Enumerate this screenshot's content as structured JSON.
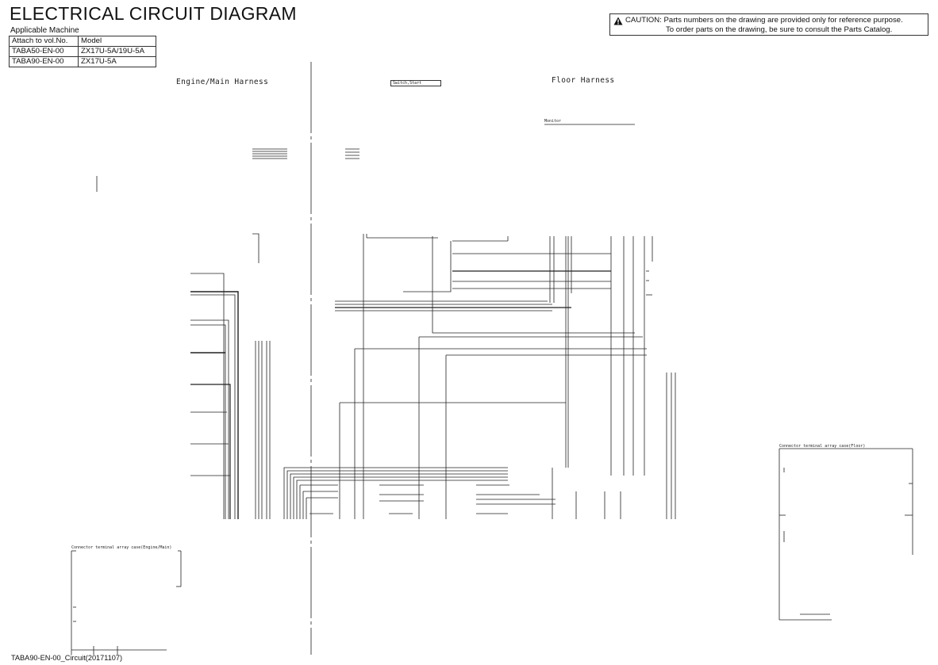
{
  "header": {
    "title": "ELECTRICAL CIRCUIT DIAGRAM",
    "applicable_label": "Applicable Machine",
    "table": {
      "columns": [
        "Attach to vol.No.",
        "Model"
      ],
      "rows": [
        [
          "TABA50-EN-00",
          "ZX17U-5A/19U-5A"
        ],
        [
          "TABA90-EN-00",
          "ZX17U-5A"
        ]
      ]
    }
  },
  "caution": {
    "icon": "warning-triangle-icon",
    "line1": "CAUTION: Parts numbers on the drawing are provided only for reference purpose.",
    "line2": "To order parts on the drawing, be sure to consult the Parts Catalog."
  },
  "diagram": {
    "left_harness_label": "Engine/Main Harness",
    "right_harness_label": "Floor Harness",
    "switch_label": "Switch,Start",
    "monitor_label": "Monitor",
    "connector_left_title": "Connector terminal array case(Engine/Main)",
    "connector_right_title": "Connector terminal array case(Floor)"
  },
  "footer": {
    "doc_id": "TABA90-EN-00_Circuit(20171107)"
  },
  "colors": {
    "ink": "#111111",
    "line": "#222222",
    "background": "#ffffff"
  }
}
